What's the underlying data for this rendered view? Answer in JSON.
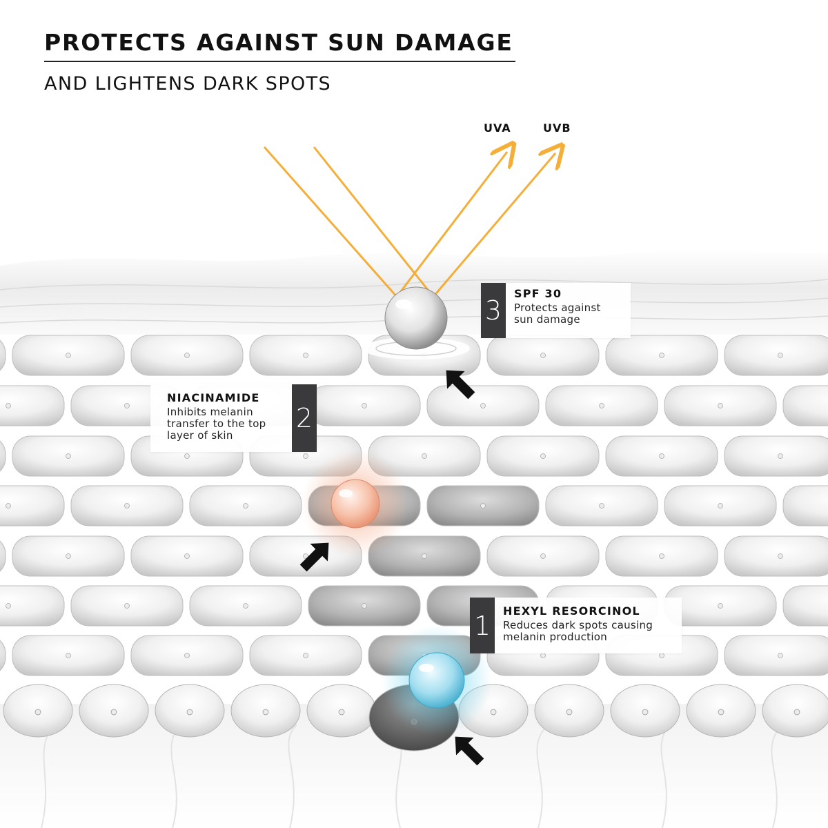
{
  "header": {
    "title": "PROTECTS AGAINST SUN DAMAGE",
    "subtitle": "AND LIGHTENS DARK SPOTS"
  },
  "rays": {
    "uva_label": "UVA",
    "uvb_label": "UVB",
    "color": "#f5a623"
  },
  "callouts": [
    {
      "number": "3",
      "title": "SPF 30",
      "description": [
        "Protects against",
        "sun damage"
      ]
    },
    {
      "number": "2",
      "title": "NIACINAMIDE",
      "description": [
        "Inhibits melanin",
        "transfer to the top",
        "layer of skin"
      ]
    },
    {
      "number": "1",
      "title": "HEXYL RESORCINOL",
      "description": [
        "Reduces dark spots causing",
        "melanin production"
      ]
    }
  ],
  "colors": {
    "callout_number_bg": "#3a3a3c",
    "spf_droplet": "#d9d9d9",
    "niacinamide_droplet": "#f4a27f",
    "hexyl_droplet": "#6cc7e0",
    "melanin_cell": "#6e6e6e"
  }
}
